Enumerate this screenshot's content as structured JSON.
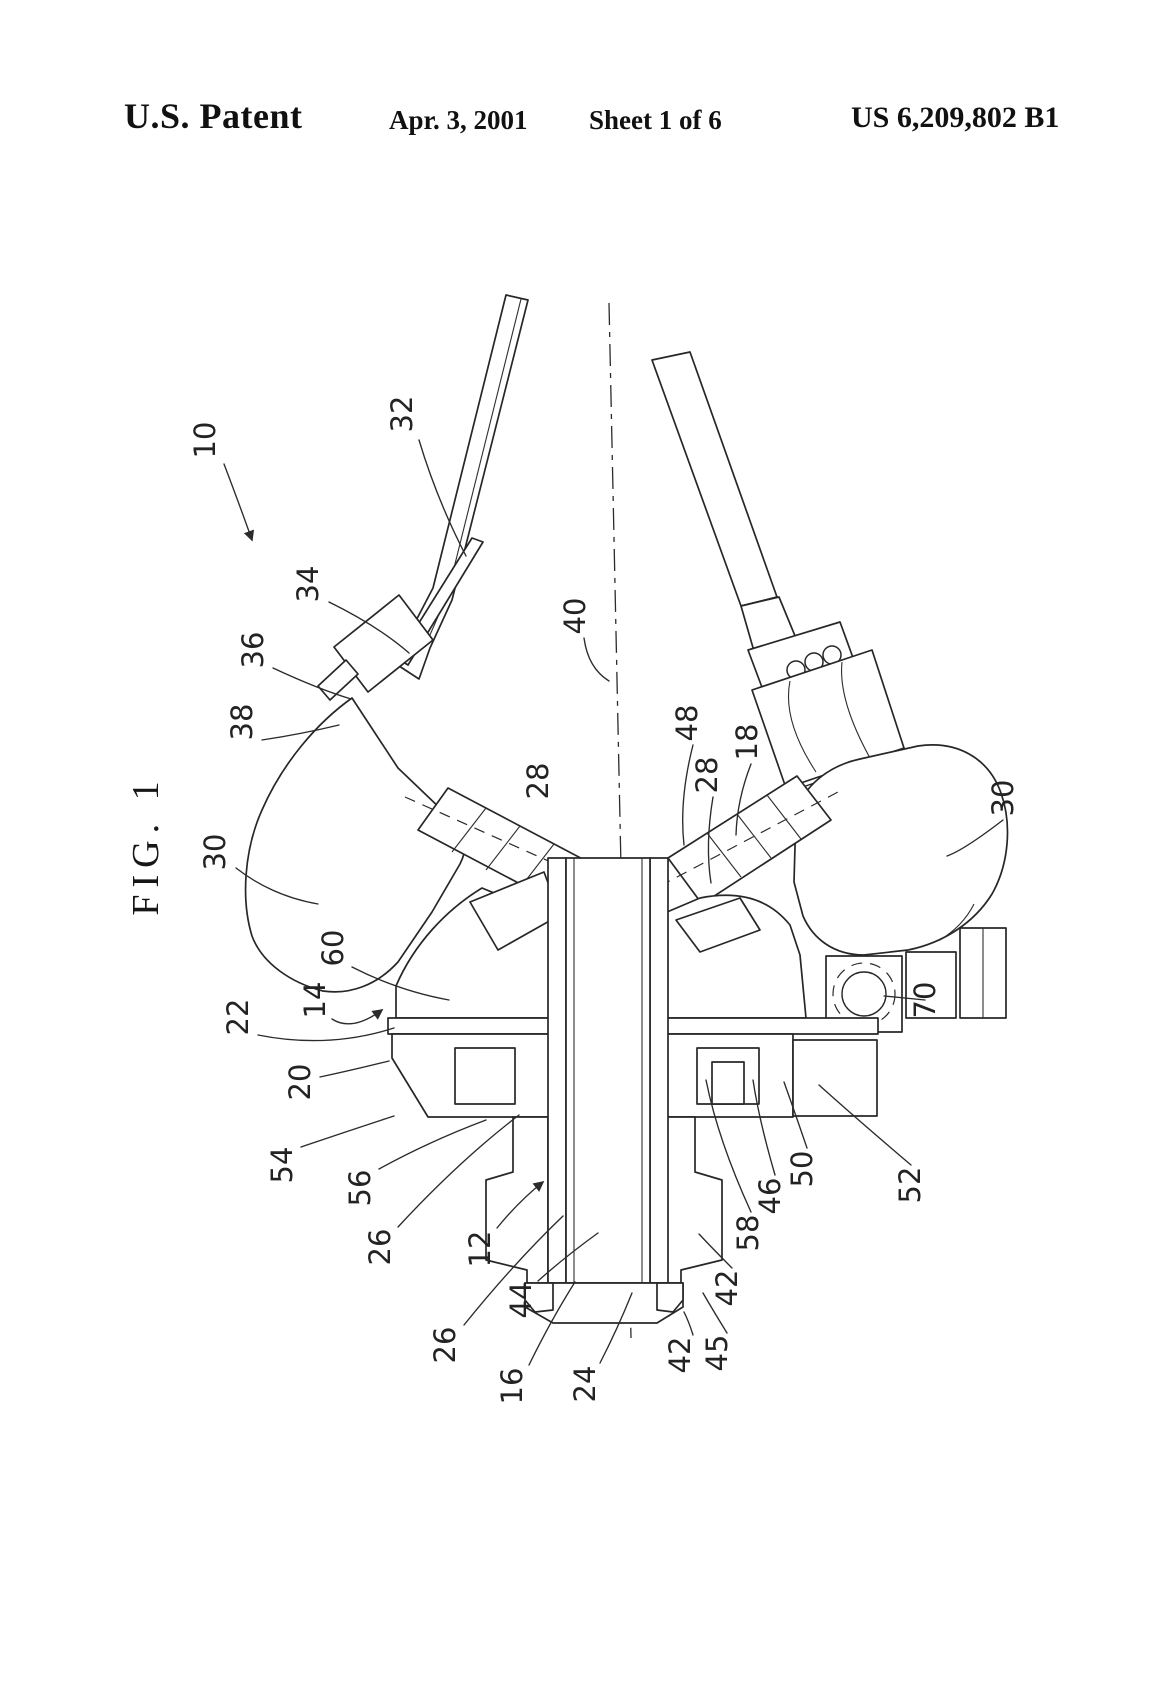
{
  "header": {
    "title": "U.S. Patent",
    "date": "Apr. 3, 2001",
    "sheet": "Sheet 1 of 6",
    "patent_number": "US 6,209,802 B1"
  },
  "figure": {
    "label": "FIG. 1",
    "ref_labels": [
      {
        "id": "10",
        "text": "10"
      },
      {
        "id": "32",
        "text": "32"
      },
      {
        "id": "34",
        "text": "34"
      },
      {
        "id": "36",
        "text": "36"
      },
      {
        "id": "38",
        "text": "38"
      },
      {
        "id": "30-left",
        "text": "30"
      },
      {
        "id": "40",
        "text": "40"
      },
      {
        "id": "48",
        "text": "48"
      },
      {
        "id": "28-right",
        "text": "28"
      },
      {
        "id": "18",
        "text": "18"
      },
      {
        "id": "28-left",
        "text": "28"
      },
      {
        "id": "30-right",
        "text": "30"
      },
      {
        "id": "60",
        "text": "60"
      },
      {
        "id": "14",
        "text": "14"
      },
      {
        "id": "22",
        "text": "22"
      },
      {
        "id": "20",
        "text": "20"
      },
      {
        "id": "54",
        "text": "54"
      },
      {
        "id": "56",
        "text": "56"
      },
      {
        "id": "26-upper",
        "text": "26"
      },
      {
        "id": "12",
        "text": "12"
      },
      {
        "id": "44",
        "text": "44"
      },
      {
        "id": "26-lower",
        "text": "26"
      },
      {
        "id": "16",
        "text": "16"
      },
      {
        "id": "24",
        "text": "24"
      },
      {
        "id": "42-bottom",
        "text": "42"
      },
      {
        "id": "45",
        "text": "45"
      },
      {
        "id": "42-mid",
        "text": "42"
      },
      {
        "id": "58",
        "text": "58"
      },
      {
        "id": "46",
        "text": "46"
      },
      {
        "id": "50",
        "text": "50"
      },
      {
        "id": "52",
        "text": "52"
      },
      {
        "id": "70",
        "text": "70"
      }
    ]
  },
  "colors": {
    "ink": "#272727",
    "paper": "#ffffff"
  }
}
